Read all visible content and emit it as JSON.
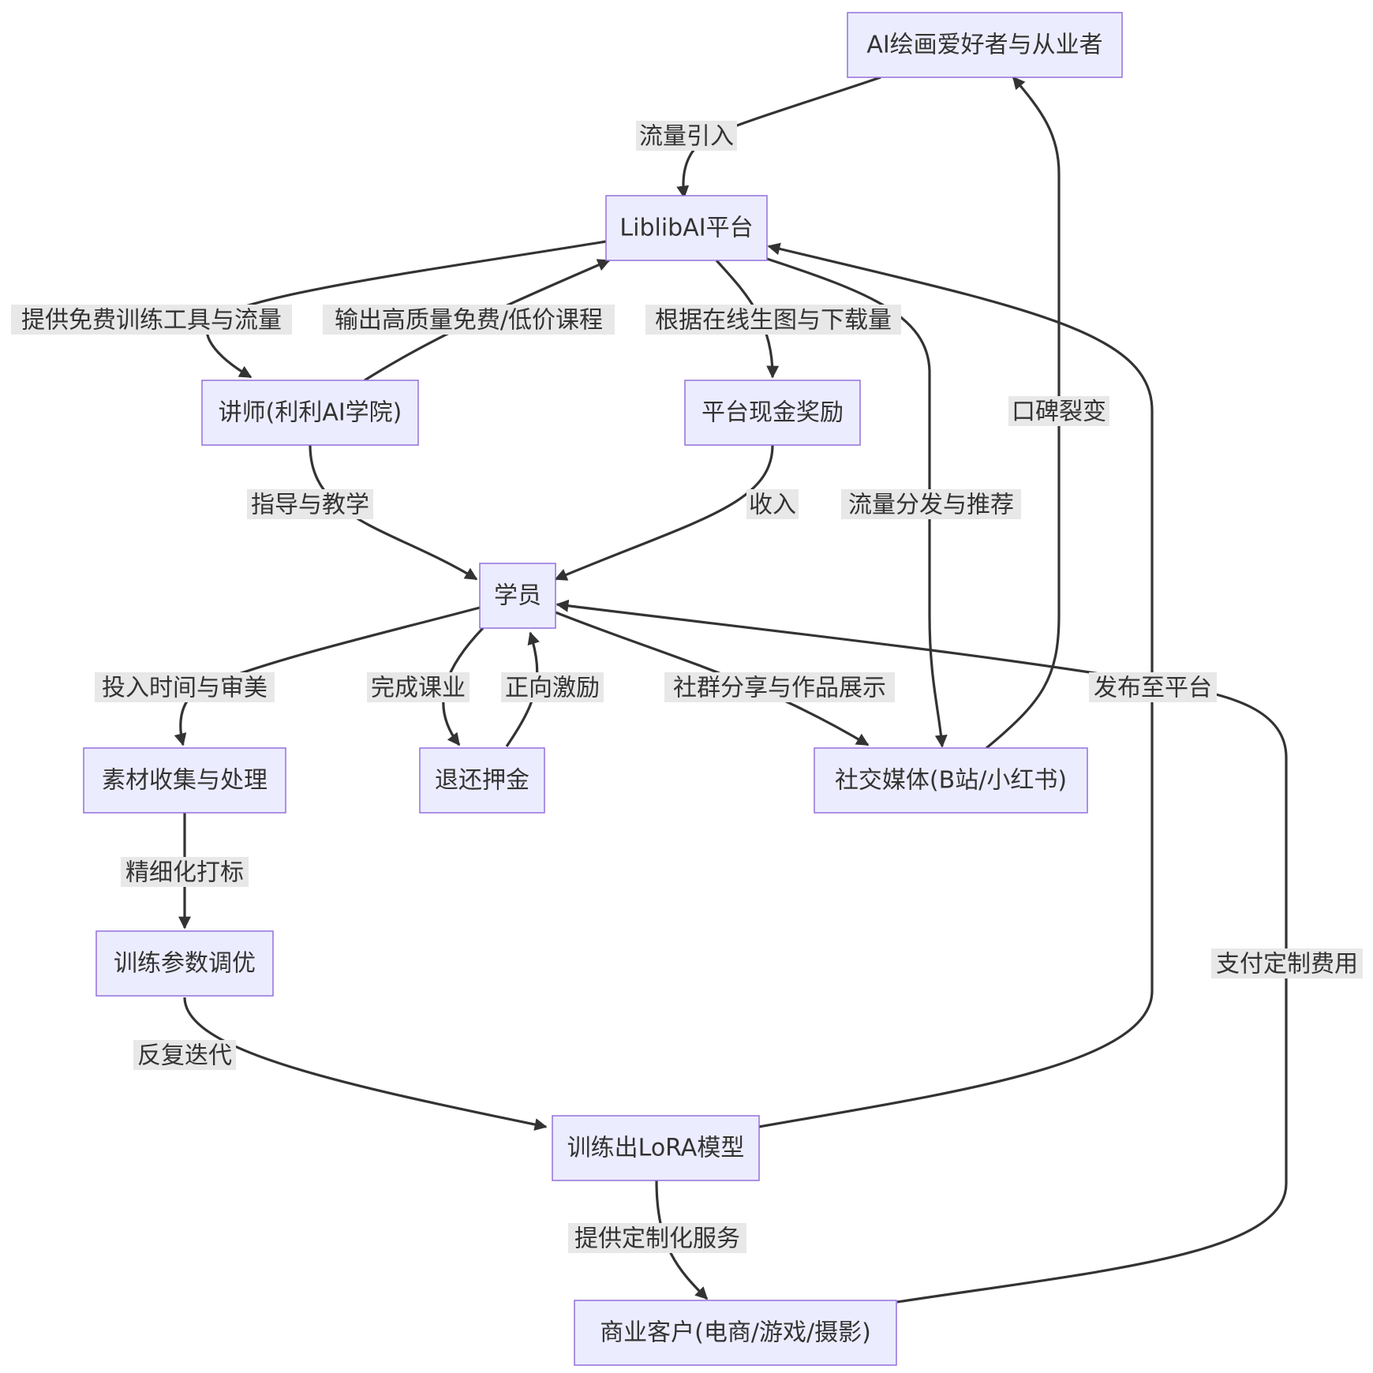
{
  "nodes": {
    "ai_fans": "AI绘画爱好者与从业者",
    "liblib": "LiblibAI平台",
    "teacher": "讲师(利利AI学院)",
    "cash": "平台现金奖励",
    "student": "学员",
    "material": "素材收集与处理",
    "refund": "退还押金",
    "social": "社交媒体(B站/小红书)",
    "params": "训练参数调优",
    "lora": "训练出LoRA模型",
    "client": "商业客户(电商/游戏/摄影)"
  },
  "edges": {
    "traffic_in": "流量引入",
    "free_tools": "提供免费训练工具与流量",
    "courses": "输出高质量免费/低价课程",
    "by_usage": "根据在线生图与下载量",
    "word_of_mouth": "口碑裂变",
    "guidance": "指导与教学",
    "income": "收入",
    "distribution": "流量分发与推荐",
    "invest": "投入时间与审美",
    "homework": "完成课业",
    "positive": "正向激励",
    "community": "社群分享与作品展示",
    "publish": "发布至平台",
    "labeling": "精细化打标",
    "custom_fee": "支付定制费用",
    "iteration": "反复迭代",
    "custom_service": "提供定制化服务"
  }
}
